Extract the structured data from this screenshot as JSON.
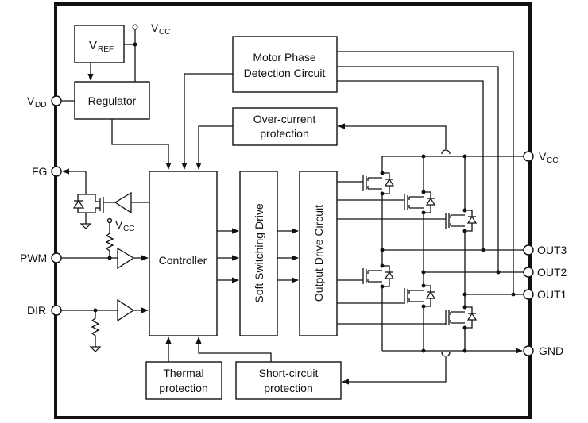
{
  "diagram": {
    "type": "block-diagram",
    "subject": "Brushless motor driver IC internal block diagram",
    "blocks": {
      "vref": {
        "main": "V",
        "sub": "REF"
      },
      "regulator": "Regulator",
      "motor_phase": [
        "Motor Phase",
        "Detection Circuit"
      ],
      "over_current": [
        "Over-current",
        "protection"
      ],
      "controller": "Controller",
      "soft_switching": "Soft Switching Drive",
      "output_drive": "Output Drive Circuit",
      "thermal": [
        "Thermal",
        "protection"
      ],
      "short_circuit": [
        "Short-circuit",
        "protection"
      ]
    },
    "supply_labels": {
      "vcc_top": {
        "main": "V",
        "sub": "CC"
      },
      "vcc_pullup": {
        "main": "V",
        "sub": "CC"
      }
    },
    "pins_left": [
      {
        "id": "vdd",
        "main": "V",
        "sub": "DD"
      },
      {
        "id": "fg",
        "main": "FG",
        "sub": ""
      },
      {
        "id": "pwm",
        "main": "PWM",
        "sub": ""
      },
      {
        "id": "dir",
        "main": "DIR",
        "sub": ""
      }
    ],
    "pins_right": [
      {
        "id": "vcc",
        "main": "V",
        "sub": "CC"
      },
      {
        "id": "out3",
        "main": "OUT3",
        "sub": ""
      },
      {
        "id": "out2",
        "main": "OUT2",
        "sub": ""
      },
      {
        "id": "out1",
        "main": "OUT1",
        "sub": ""
      },
      {
        "id": "gnd",
        "main": "GND",
        "sub": ""
      }
    ],
    "connections": [
      {
        "from": "VREF",
        "to": "Regulator"
      },
      {
        "from": "Regulator",
        "to": "Controller"
      },
      {
        "from": "Motor Phase Detection Circuit",
        "to": "Controller"
      },
      {
        "from": "Over-current protection",
        "to": "Controller"
      },
      {
        "from": "Controller",
        "to": "Soft Switching Drive",
        "count": 3
      },
      {
        "from": "Soft Switching Drive",
        "to": "Output Drive Circuit",
        "count": 3
      },
      {
        "from": "Output Drive Circuit",
        "to": "Power MOSFET bridge",
        "count": 6
      },
      {
        "from": "Thermal protection",
        "to": "Controller"
      },
      {
        "from": "Short-circuit protection",
        "to": "Controller"
      },
      {
        "from": "OUT1/OUT2/OUT3",
        "to": "Motor Phase Detection Circuit"
      },
      {
        "from": "VCC rail current sense",
        "to": "Over-current protection"
      },
      {
        "from": "GND rail current sense",
        "to": "Short-circuit protection"
      },
      {
        "from": "PWM",
        "to": "Controller"
      },
      {
        "from": "DIR",
        "to": "Controller"
      },
      {
        "from": "Controller",
        "to": "FG"
      }
    ]
  }
}
